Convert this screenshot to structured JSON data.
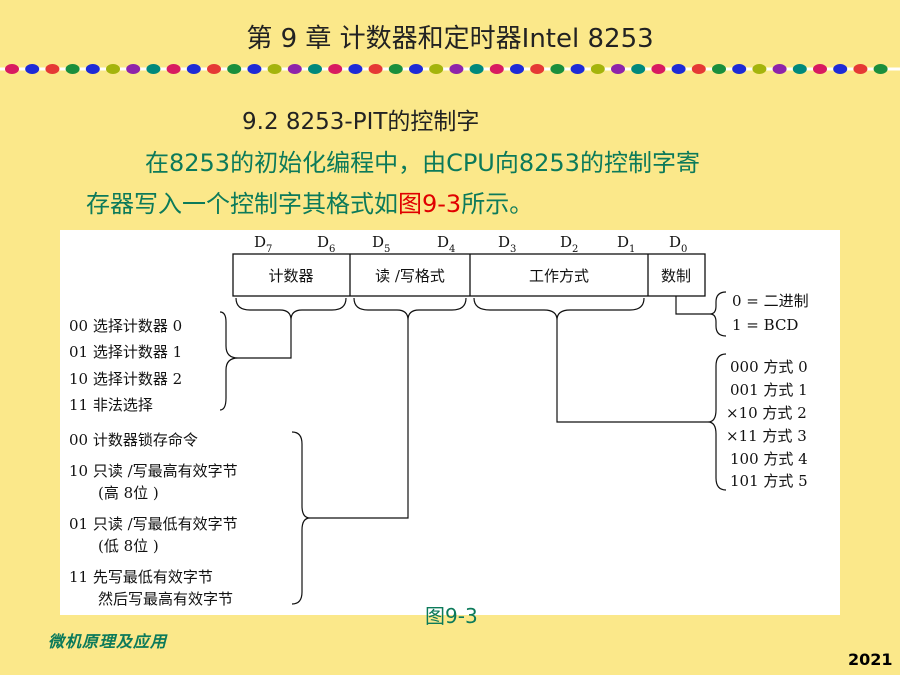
{
  "title": "第 9 章  计数器和定时器Intel 8253",
  "section_title": "9.2  8253-PIT的控制字",
  "paragraph": {
    "line1": "在8253的初始化编程中，由CPU向8253的控制字寄",
    "line2_before": "存器写入一个控制字其格式如",
    "line2_ref": "图9-3",
    "line2_after": "所示。"
  },
  "figure": {
    "bit_labels": [
      "D",
      "D",
      "D",
      "D",
      "D",
      "D",
      "D",
      "D"
    ],
    "bit_subscripts": [
      "7",
      "6",
      "5",
      "4",
      "3",
      "2",
      "1",
      "0"
    ],
    "fields": [
      "计数器",
      "读 /写格式",
      "工作方式",
      "数制"
    ],
    "counter_select": [
      "00  选择计数器 0",
      "01  选择计数器 1",
      "10  选择计数器 2",
      "11  非法选择"
    ],
    "rw_format": [
      "00  计数器锁存命令",
      "10  只读 /写最高有效字节",
      "(高 8位 )",
      "01  只读 /写最低有效字节",
      "(低 8位 )",
      "11  先写最低有效字节",
      "然后写最高有效字节"
    ],
    "radix": [
      "0 = 二进制",
      "1 = BCD"
    ],
    "modes": [
      "000    方式 0",
      "001    方式 1",
      "×10   方式 2",
      "×11   方式 3",
      "100    方式 4",
      "101    方式 5"
    ]
  },
  "caption": "图9-3",
  "footer": "微机原理及应用",
  "year": "2021",
  "dot_colors": [
    "#d81b60",
    "#1e2bd6",
    "#e53935",
    "#1a8f3c",
    "#1e2bd6",
    "#a4b40c",
    "#8e24aa",
    "#00897b"
  ]
}
